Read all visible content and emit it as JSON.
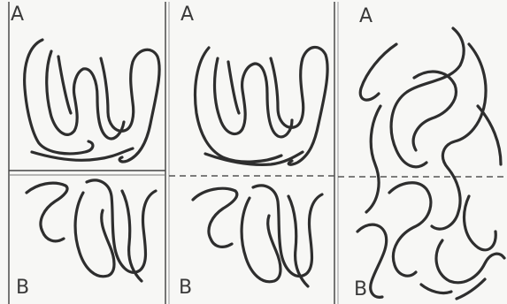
{
  "figure": {
    "panels": [
      {
        "top_label": "A",
        "bottom_label": "B",
        "interface": "solid"
      },
      {
        "top_label": "A",
        "bottom_label": "B",
        "interface": "dashed"
      },
      {
        "top_label": "A",
        "bottom_label": "B",
        "interface": "dashed"
      }
    ],
    "colors": {
      "background": "#f7f7f5",
      "chain": "#2e2e2e",
      "frame": "#555555"
    }
  }
}
